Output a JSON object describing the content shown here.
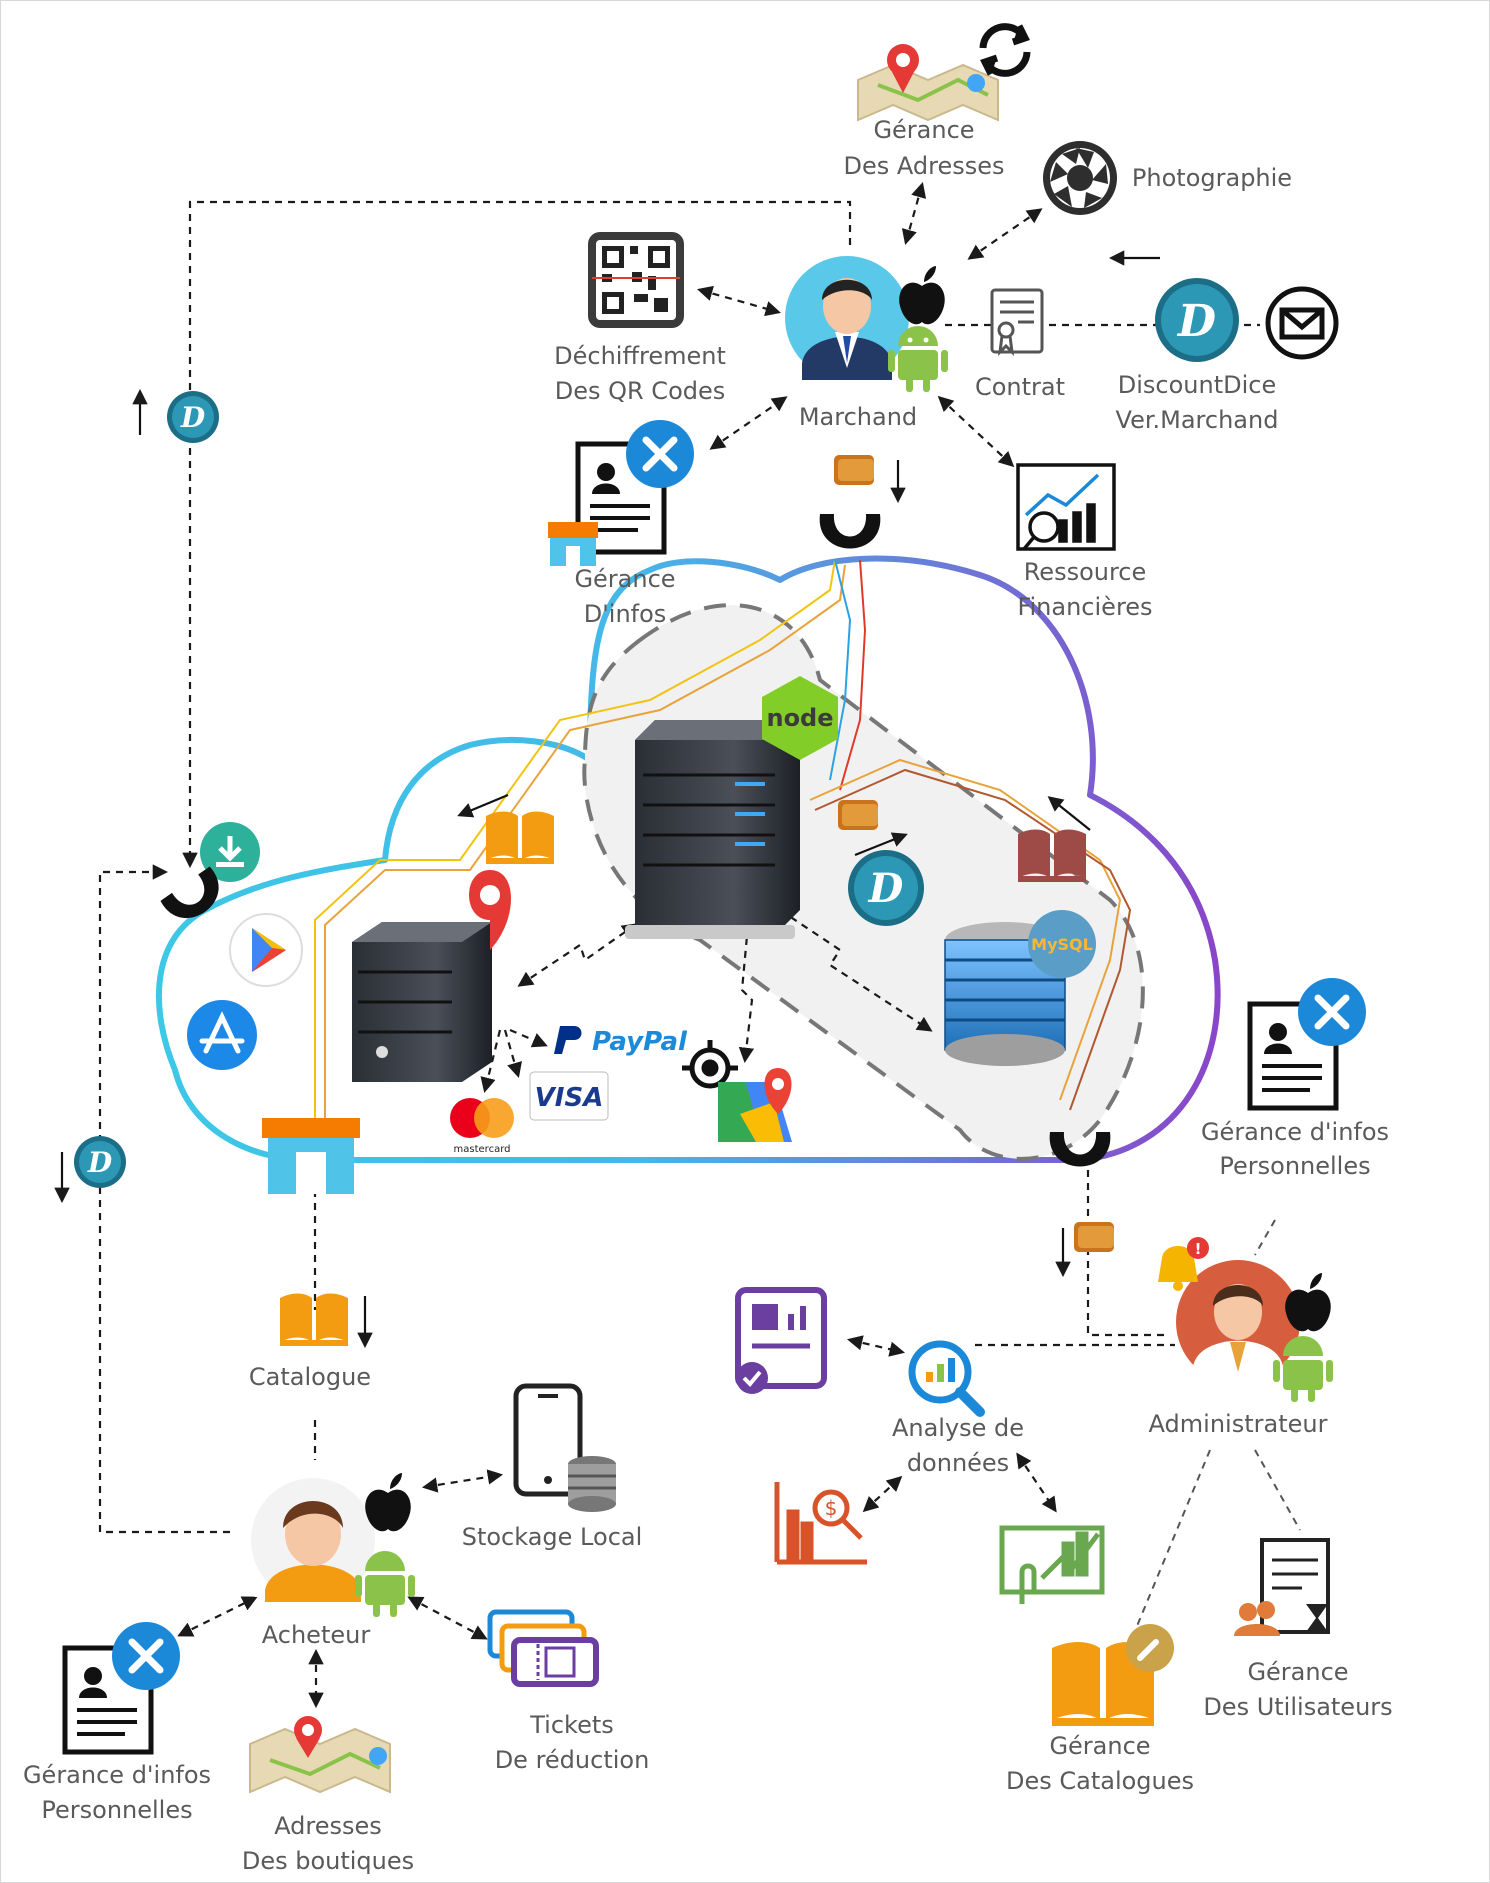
{
  "nodes": {
    "gerance_adresses": [
      "Gérance",
      "Des Adresses"
    ],
    "photographie": "Photographie",
    "dechiffrement": [
      "Déchiffrement",
      "Des QR Codes"
    ],
    "marchand": "Marchand",
    "contrat": "Contrat",
    "discountdice": [
      "DiscountDice",
      "Ver.Marchand"
    ],
    "gerance_infos": [
      "Gérance",
      "D'infos"
    ],
    "ressource": [
      "Ressource",
      "Financières"
    ],
    "gerance_infos_perso_right": [
      "Gérance d'infos",
      "Personnelles"
    ],
    "administrateur": "Administrateur",
    "analyse": [
      "Analyse de",
      "données"
    ],
    "catalogue": "Catalogue",
    "stockage": "Stockage Local",
    "acheteur": "Acheteur",
    "tickets": [
      "Tickets",
      "De réduction"
    ],
    "gerance_infos_perso_left": [
      "Gérance d'infos",
      "Personnelles"
    ],
    "adresses_boutiques": [
      "Adresses",
      "Des boutiques"
    ],
    "gerance_utilisateurs": [
      "Gérance",
      "Des Utilisateurs"
    ],
    "gerance_catalogues": [
      "Gérance",
      "Des Catalogues"
    ]
  },
  "logos": {
    "paypal": "PayPal",
    "visa": "VISA",
    "mastercard": "mastercard",
    "node": "node",
    "mysql": "MySQL",
    "discountdice_mark": "D"
  },
  "colors": {
    "cloud_left": "#3cc8e6",
    "cloud_right": "#8a45c9",
    "dashed_region": "#777777",
    "book_orange": "#f39c12",
    "book_brown": "#9e4a46"
  }
}
